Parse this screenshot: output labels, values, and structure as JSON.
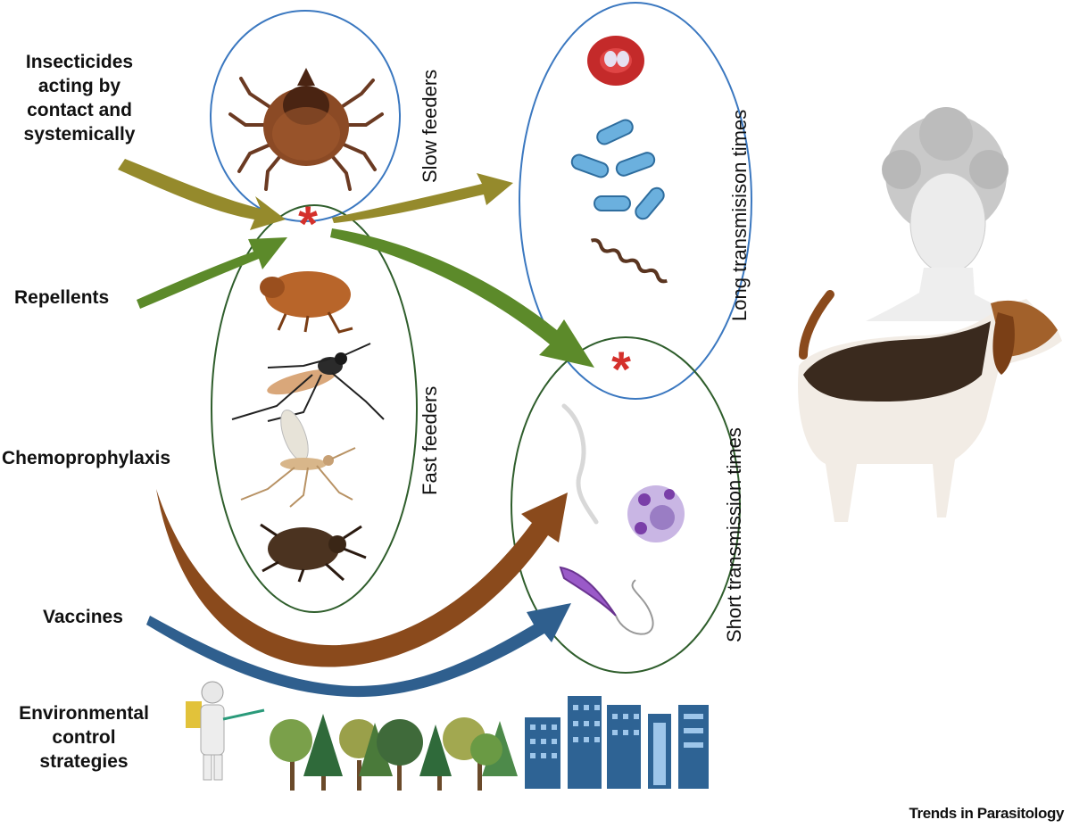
{
  "strategies": {
    "insecticides": "Insecticides acting by contact and systemically",
    "repellents": "Repellents",
    "chemoprophylaxis": "Chemoprophylaxis",
    "vaccines": "Vaccines",
    "environmental": "Environmental control strategies"
  },
  "groups": {
    "slow_feeders": "Slow feeders",
    "fast_feeders": "Fast feeders",
    "long_transmission": "Long transmisison times",
    "short_transmission": "Short transmission times"
  },
  "marker": "*",
  "footer": "Trends in Parasitology",
  "colors": {
    "slow_ellipse": "#3b78c0",
    "fast_ellipse": "#2f5e2c",
    "insecticide_arrow": "#958a2c",
    "repellent_arrow": "#5c8a2a",
    "chemoprophylaxis_arrow": "#8a4a1c",
    "vaccine_arrow": "#2f5f8e",
    "asterisk": "#d4302b"
  }
}
